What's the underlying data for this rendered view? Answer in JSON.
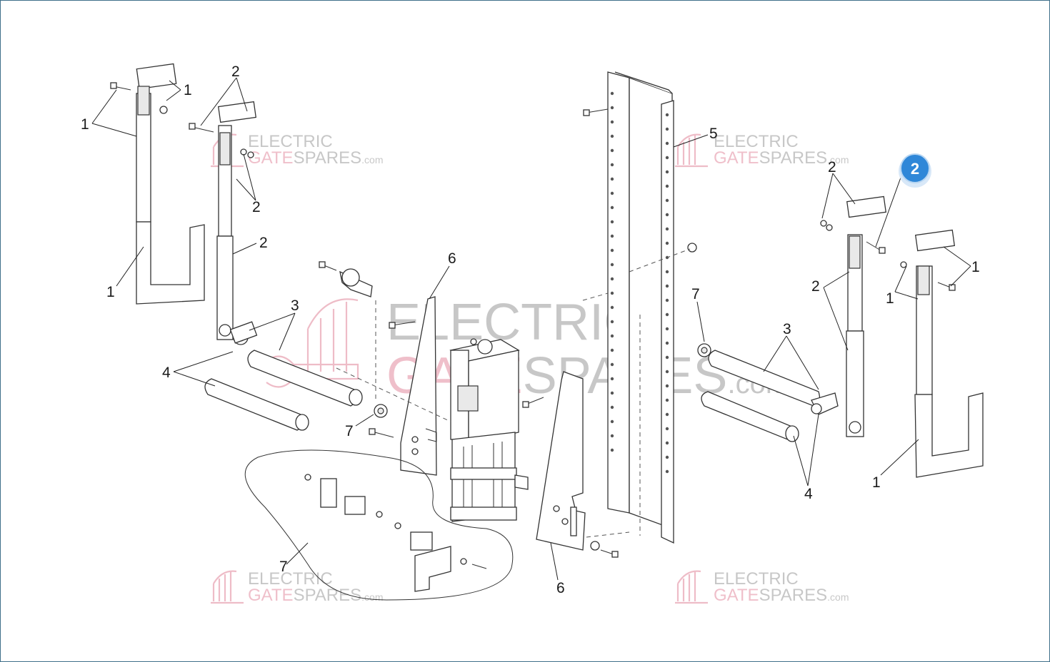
{
  "watermark": {
    "line1": "ELECTRIC",
    "line2a": "GATE",
    "line2b": "SPARES",
    "suffix": ".com"
  },
  "badge": {
    "number": "2",
    "color": "#2f87d8"
  },
  "callouts": {
    "a1": "1",
    "a2": "1",
    "a3": "1",
    "b1": "2",
    "b2": "2",
    "b3": "2",
    "c1": "3",
    "c2": "4",
    "d1": "6",
    "d2": "7",
    "d3": "7",
    "e1": "5",
    "f1": "7",
    "f2": "3",
    "f3": "4",
    "f4": "6",
    "g1": "2",
    "g2": "2",
    "h1": "1",
    "h2": "1",
    "h3": "1"
  }
}
